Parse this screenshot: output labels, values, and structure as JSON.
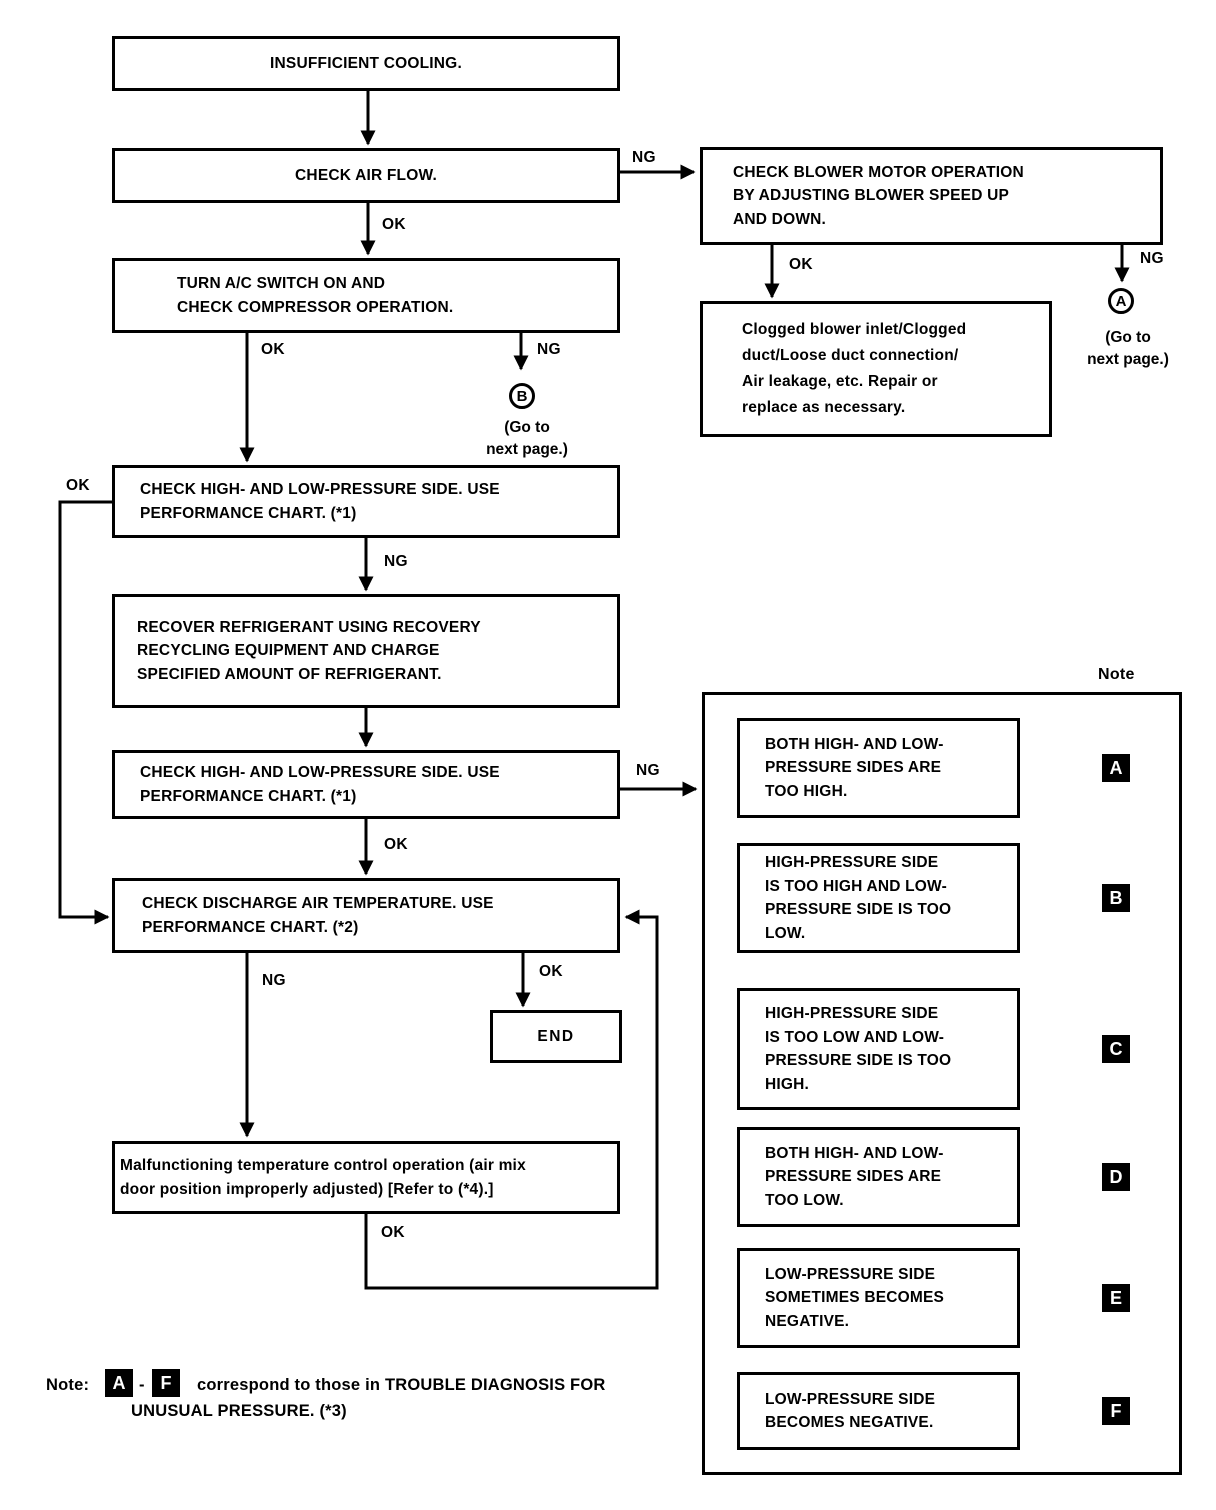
{
  "diagram": {
    "labels": {
      "ok": "OK",
      "ng": "NG"
    },
    "goto_next": "(Go to\nnext page.)",
    "circle_a": "A",
    "circle_b": "B",
    "boxes": {
      "insufficient_cooling": "INSUFFICIENT COOLING.",
      "check_air_flow": "CHECK AIR FLOW.",
      "turn_ac_switch": "TURN A/C SWITCH ON AND\nCHECK COMPRESSOR OPERATION.",
      "check_blower_motor": "CHECK BLOWER MOTOR OPERATION\nBY ADJUSTING BLOWER SPEED UP\nAND DOWN.",
      "clogged_blower": "Clogged blower inlet/Clogged\nduct/Loose duct connection/\nAir leakage, etc. Repair or\nreplace as necessary.",
      "check_pressure_1": "CHECK HIGH- AND LOW-PRESSURE SIDE. USE\nPERFORMANCE CHART. (*1)",
      "recover_refrigerant": "RECOVER REFRIGERANT USING RECOVERY\nRECYCLING EQUIPMENT AND CHARGE\nSPECIFIED AMOUNT OF REFRIGERANT.",
      "check_pressure_2": "CHECK HIGH- AND LOW-PRESSURE SIDE. USE\nPERFORMANCE CHART. (*1)",
      "check_discharge": "CHECK DISCHARGE AIR TEMPERATURE. USE\nPERFORMANCE CHART. (*2)",
      "end": "END",
      "malfunctioning": "Malfunctioning temperature control operation (air mix\ndoor position improperly adjusted) [Refer to (*4).]"
    },
    "note_panel": {
      "label": "Note",
      "items": [
        {
          "letter": "A",
          "text": "BOTH HIGH- AND LOW-\nPRESSURE SIDES ARE\nTOO HIGH."
        },
        {
          "letter": "B",
          "text": "HIGH-PRESSURE SIDE\nIS TOO HIGH AND LOW-\nPRESSURE SIDE IS TOO\nLOW."
        },
        {
          "letter": "C",
          "text": "HIGH-PRESSURE SIDE\nIS TOO LOW AND LOW-\nPRESSURE SIDE IS TOO\nHIGH."
        },
        {
          "letter": "D",
          "text": "BOTH HIGH- AND LOW-\nPRESSURE SIDES ARE\nTOO LOW."
        },
        {
          "letter": "E",
          "text": "LOW-PRESSURE SIDE\nSOMETIMES BECOMES\nNEGATIVE."
        },
        {
          "letter": "F",
          "text": "LOW-PRESSURE SIDE\nBECOMES NEGATIVE."
        }
      ]
    },
    "footnote": {
      "prefix": "Note:",
      "tag_start": "A",
      "dash": "-",
      "tag_end": "F",
      "line1": "correspond to those in TROUBLE DIAGNOSIS FOR",
      "line2": "UNUSUAL PRESSURE. (*3)"
    }
  }
}
